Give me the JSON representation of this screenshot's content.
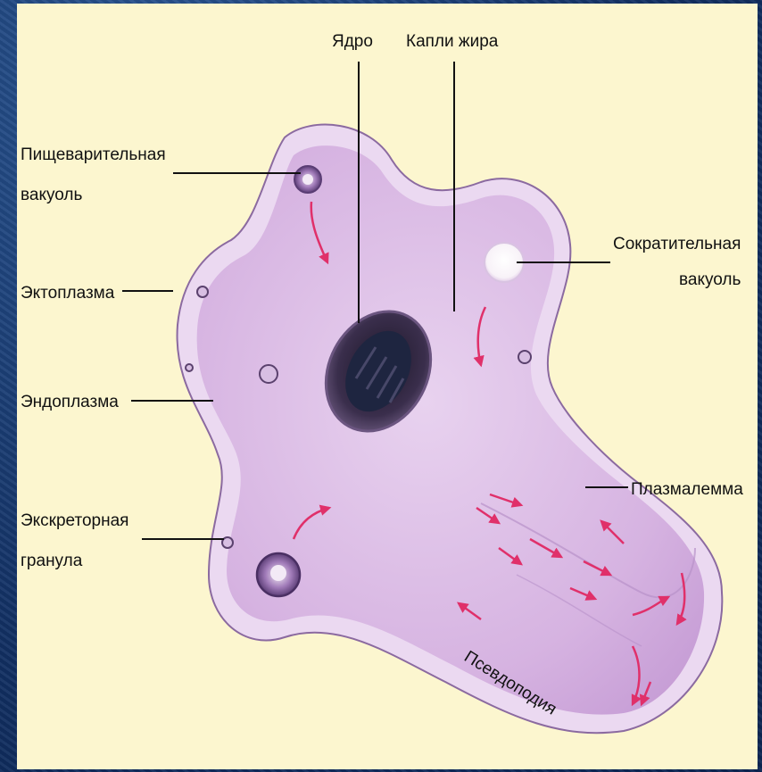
{
  "labels": {
    "nucleus": "Ядро",
    "fat_droplets": "Капли жира",
    "digestive_vacuole_line1": "Пищеварительная",
    "digestive_vacuole_line2": "вакуоль",
    "ectoplasm": "Эктоплазма",
    "endoplasm": "Эндоплазма",
    "excretory_granule_line1": "Экскреторная",
    "excretory_granule_line2": "гранула",
    "contractile_vacuole_line1": "Сократительная",
    "contractile_vacuole_line2": "вакуоль",
    "plasmalemma": "Плазмалемма",
    "pseudopodium": "Псевдоподия"
  },
  "colors": {
    "background": "#16396e",
    "panel": "#fcf6cf",
    "ectoplasm": "#e9d6f0",
    "endoplasm": "#d8b5e3",
    "nucleus": "#3b2f4d",
    "arrows": "#e0306a"
  }
}
